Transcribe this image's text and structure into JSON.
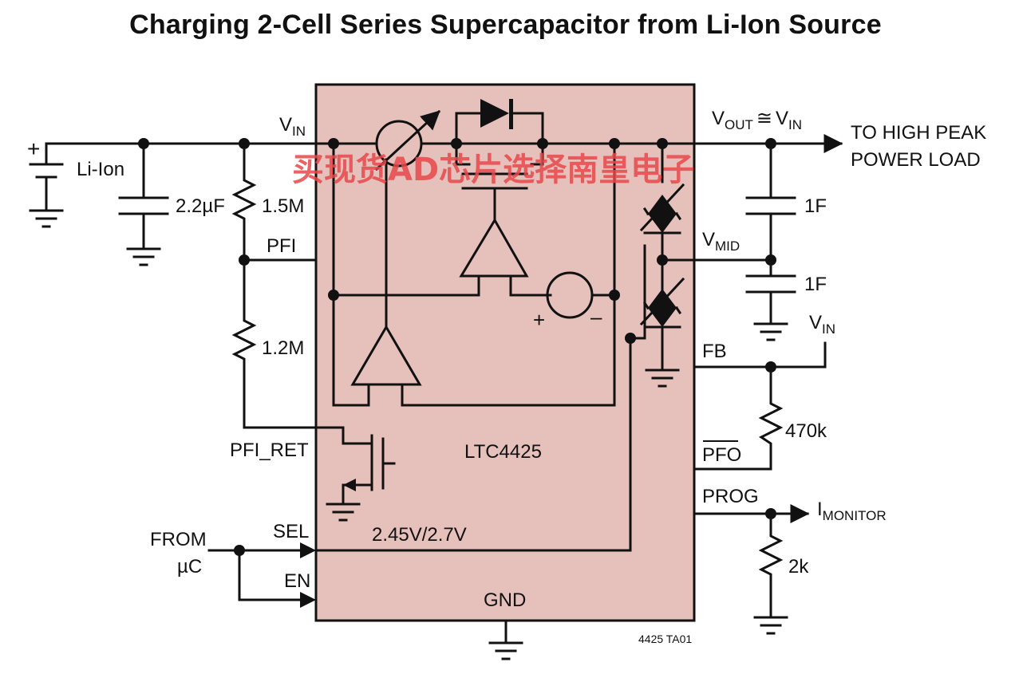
{
  "title": "Charging 2-Cell Series Supercapacitor from Li-Ion Source",
  "ic": {
    "name": "LTC4425",
    "gnd": "GND",
    "threshold": "2.45V/2.7V"
  },
  "pins": {
    "vin": "V",
    "vin_sub": "IN",
    "pfi": "PFI",
    "pfi_ret": "PFI_RET",
    "sel": "SEL",
    "en": "EN",
    "fb": "FB",
    "pfo": "PFO",
    "prog": "PROG"
  },
  "source": {
    "label": "Li-Ion",
    "plus": "+"
  },
  "components": {
    "c_in": "2.2µF",
    "r1": "1.5M",
    "r2": "1.2M",
    "c_top": "1F",
    "c_bot": "1F",
    "r_pfo": "470k",
    "r_prog": "2k"
  },
  "signals": {
    "vout": "V",
    "vout_sub": "OUT",
    "approx": "≅",
    "vin2": "V",
    "vin2_sub": "IN",
    "load_line1": "TO HIGH PEAK",
    "load_line2": "POWER LOAD",
    "vmid": "V",
    "vmid_sub": "MID",
    "fb_vin": "V",
    "fb_vin_sub": "IN",
    "imon": "I",
    "imon_sub": "MONITOR",
    "from1": "FROM",
    "from2": "µC",
    "plus": "+",
    "minus": "–"
  },
  "watermark": "买现货AD芯片选择南皇电子",
  "figure_id": "4425 TA01",
  "colors": {
    "ic_fill": "#e6c1bc",
    "line": "#111111",
    "watermark": "#e8474a"
  }
}
